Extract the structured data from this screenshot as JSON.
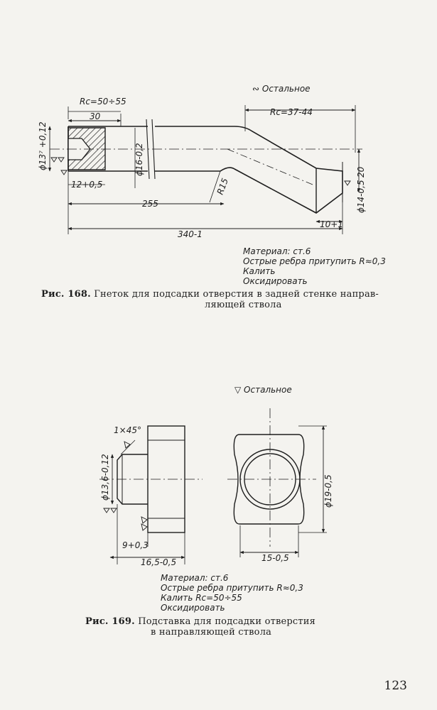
{
  "fig168": {
    "finish_note": "∾ Остальное",
    "rc_left": "Rc=50÷55",
    "rc_right": "Rc=37-44",
    "dim_30": "30",
    "dim_dia137": "ϕ13⁷ +0,12",
    "dim_dia16": "ϕ16-0,2",
    "dim_12": "12+0,5",
    "dim_255": "255",
    "dim_r15": "R15",
    "dim_340": "340-1",
    "dim_20": "20",
    "dim_dia14": "ϕ14-0,5",
    "dim_10": "10+1",
    "notes": [
      "Материал: ст.6",
      "Острые ребра притупить R≈0,3",
      "Калить",
      "Оксидировать"
    ],
    "caption_label": "Рис. 168.",
    "caption_text": "Гнеток для подсадки отверстия в задней стенке направ-",
    "caption_text2": "ляющей ствола"
  },
  "fig169": {
    "finish_note": "▽ Остальное",
    "chamfer": "1×45°",
    "dim_dia136": "ϕ13,6-0,12",
    "dim_dia19": "ϕ19-0,5",
    "dim_9": "9+0,3",
    "dim_165": "16,5-0,5",
    "dim_15": "15-0,5",
    "notes": [
      "Материал: ст.6",
      "Острые ребра притупить R≈0,3",
      "Калить Rc=50÷55",
      "Оксидировать"
    ],
    "caption_label": "Рис. 169.",
    "caption_text": "Подставка для подсадки отверстия",
    "caption_text2": "в направляющей ствола"
  },
  "page_number": "123"
}
